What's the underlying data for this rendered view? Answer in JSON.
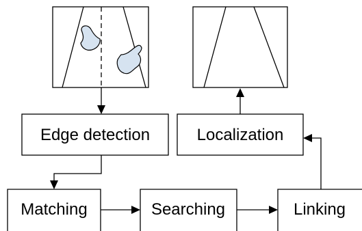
{
  "diagram": {
    "nodes": {
      "edge_detection": "Edge detection",
      "localization": "Localization",
      "matching": "Matching",
      "searching": "Searching",
      "linking": "Linking"
    },
    "colors": {
      "stroke": "#000000",
      "blob_fill": "#d6e3f0",
      "background": "#ffffff"
    }
  }
}
